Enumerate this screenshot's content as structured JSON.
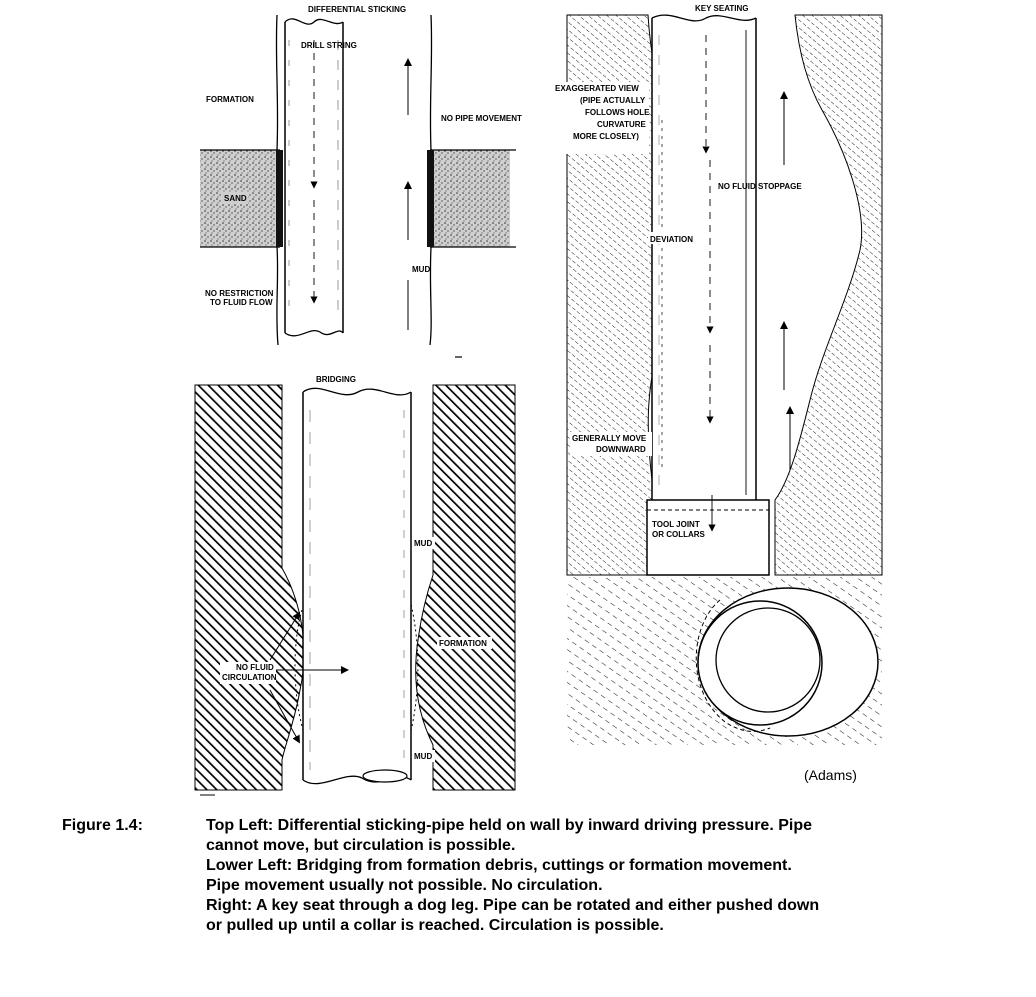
{
  "panels": {
    "differential": {
      "title": "DIFFERENTIAL STICKING",
      "drill_string": "DRILL STRING",
      "formation": "FORMATION",
      "no_pipe_movement": "NO PIPE MOVEMENT",
      "sand": "SAND",
      "mud": "MUD",
      "no_restriction_1": "NO RESTRICTION",
      "no_restriction_2": "TO FLUID FLOW"
    },
    "bridging": {
      "title": "BRIDGING",
      "mud_top": "MUD",
      "formation": "FORMATION",
      "no_fluid_1": "NO FLUID",
      "no_fluid_2": "CIRCULATION",
      "mud_bottom": "MUD"
    },
    "key_seating": {
      "title": "KEY SEATING",
      "exaggerated_1": "EXAGGERATED VIEW",
      "exaggerated_2": "(PIPE ACTUALLY",
      "exaggerated_3": "FOLLOWS HOLE",
      "exaggerated_4": "CURVATURE",
      "exaggerated_5": "MORE CLOSELY)",
      "no_fluid_stoppage": "NO FLUID STOPPAGE",
      "deviation": "DEVIATION",
      "generally_1": "GENERALLY MOVE",
      "generally_2": "DOWNWARD",
      "tool_joint_1": "TOOL JOINT",
      "tool_joint_2": "OR COLLARS"
    },
    "credit": "(Adams)"
  },
  "caption": {
    "label": "Figure 1.4:",
    "line1": "Top Left: Differential sticking-pipe held on wall by inward driving pressure. Pipe",
    "line2": "cannot move, but circulation is possible.",
    "line3": "Lower Left: Bridging from formation debris, cuttings or formation movement.",
    "line4": "Pipe movement usually not possible. No circulation.",
    "line5": "Right: A key seat through a dog leg. Pipe can be rotated and either pushed down",
    "line6": "or pulled up until a collar is reached. Circulation is possible."
  }
}
